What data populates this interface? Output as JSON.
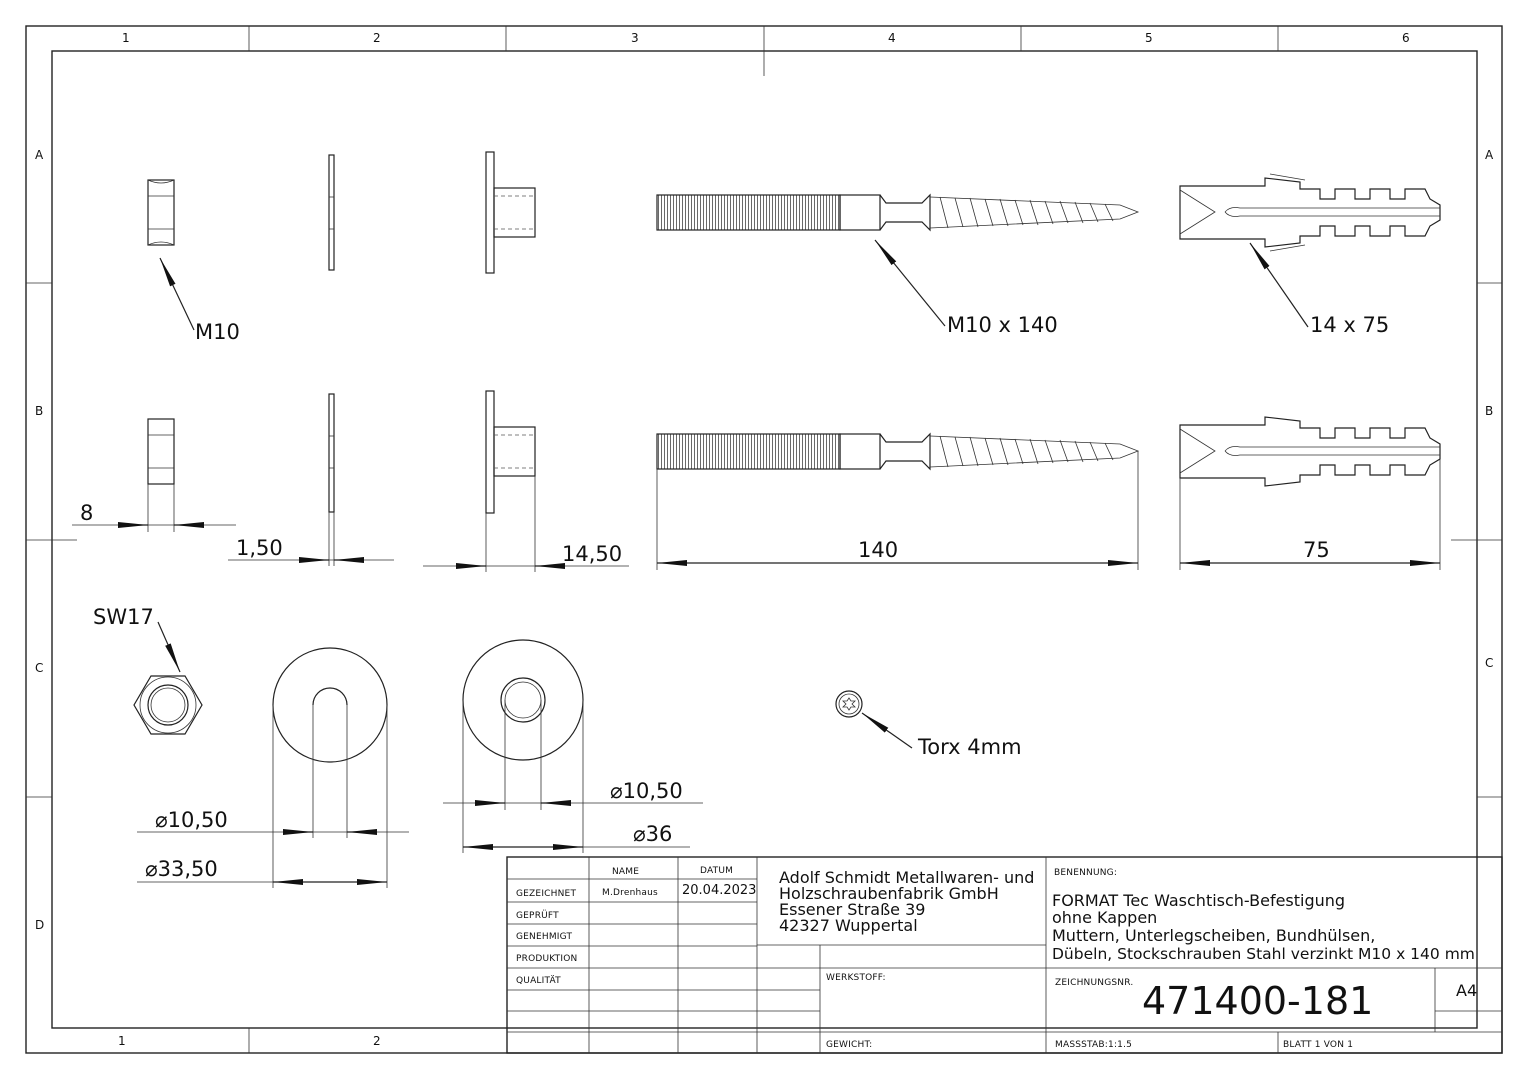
{
  "drawing": {
    "zones_top": [
      "1",
      "2",
      "3",
      "4",
      "5",
      "6"
    ],
    "zones_bottom": [
      "1",
      "2"
    ],
    "zones_side": [
      "A",
      "B",
      "C",
      "D"
    ],
    "callouts": {
      "nut": "M10",
      "screw": "M10 x 140",
      "dowel": "14 x 75",
      "wrench": "SW17",
      "torx": "Torx 4mm"
    },
    "dimensions": {
      "nut_height": "8",
      "washer_thickness": "1,50",
      "sleeve_length": "14,50",
      "screw_length": "140",
      "dowel_length": "75",
      "washer_inner": "⌀10,50",
      "washer_outer": "⌀33,50",
      "sleeve_inner": "⌀10,50",
      "sleeve_outer": "⌀36"
    }
  },
  "title_block": {
    "col_name": "NAME",
    "col_date": "DATUM",
    "rows": [
      {
        "label": "GEZEICHNET",
        "name": "M.Drenhaus",
        "date": "20.04.2023"
      },
      {
        "label": "GEPRÜFT",
        "name": "",
        "date": ""
      },
      {
        "label": "GENEHMIGT",
        "name": "",
        "date": ""
      },
      {
        "label": "PRODUKTION",
        "name": "",
        "date": ""
      },
      {
        "label": "QUALITÄT",
        "name": "",
        "date": ""
      }
    ],
    "company": [
      "Adolf Schmidt Metallwaren- und",
      "Holzschraubenfabrik GmbH",
      "Essener Straße 39",
      "42327 Wuppertal"
    ],
    "benennung_label": "BENENNUNG:",
    "benennung": [
      "FORMAT Tec Waschtisch-Befestigung",
      "ohne Kappen",
      "Muttern, Unterlegscheiben, Bundhülsen,",
      "Dübeln, Stockschrauben Stahl verzinkt M10 x 140 mm"
    ],
    "werkstoff_label": "WERKSTOFF:",
    "zeichnungsnr_label": "ZEICHNUNGSNR.",
    "zeichnungsnr": "471400-181",
    "format": "A4",
    "gewicht_label": "GEWICHT:",
    "massstab": "MASSSTAB:1:1.5",
    "blatt": "BLATT 1 VON 1"
  }
}
